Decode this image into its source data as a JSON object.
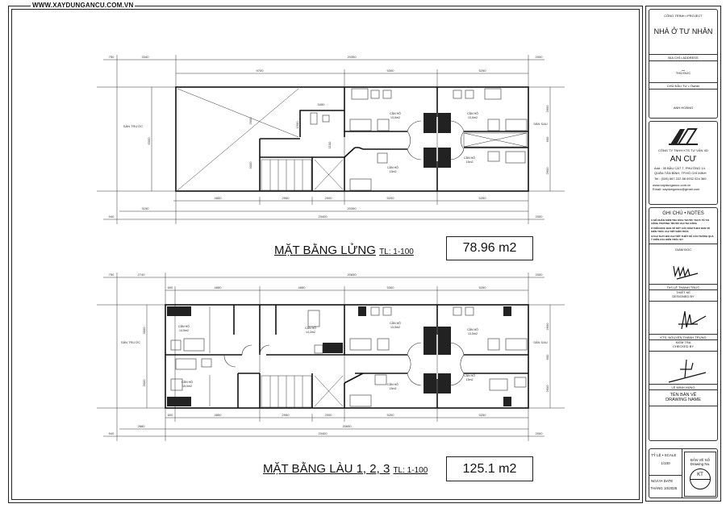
{
  "website": "WWW.XAYDUNGANCU.COM.VN",
  "plan_mezzanine": {
    "title": "MẶT BẰNG LỬNG",
    "scale": "TL: 1-100",
    "area": "78.96 m2",
    "dims_top": [
      "750",
      "3340",
      "20350",
      "2000"
    ],
    "dims_top2": [
      "9700",
      "5300",
      "5250"
    ],
    "dims_bottom": [
      "4850",
      "2950",
      "2000",
      "5200",
      "5250"
    ],
    "dims_bottom2": [
      "3150",
      "20350"
    ],
    "dims_bottom3": [
      "940",
      "23400",
      "2000"
    ],
    "dims_left": [
      "6000"
    ],
    "dims_right": [
      "2600",
      "600",
      "2600"
    ],
    "dims_inner": [
      "3450",
      "1500",
      "2600",
      "3000",
      "1100"
    ],
    "front_yard": "SÂN TRƯỚC",
    "back_yard": "SÂN SAU",
    "rooms": [
      {
        "label": "CĂN HỘ",
        "area": "13,0m2"
      },
      {
        "label": "CĂN HỘ",
        "area": "13,0m2"
      },
      {
        "label": "CĂN HỘ",
        "area": "13m2"
      },
      {
        "label": "CĂN HỘ",
        "area": "13m2"
      }
    ]
  },
  "plan_floors": {
    "title": "MẶT BẰNG LÀU 1, 2, 3",
    "scale": "TL: 1-100",
    "area": "125.1 m2",
    "dims_top": [
      "750",
      "2740",
      "20650",
      "2000"
    ],
    "dims_top2": [
      "600",
      "4850",
      "4850",
      "5300",
      "5250"
    ],
    "dims_bottom": [
      "600",
      "4850",
      "2950",
      "2000",
      "5200",
      "5250"
    ],
    "dims_bottom2": [
      "2880",
      "20650"
    ],
    "dims_bottom3": [
      "940",
      "23400",
      "2000"
    ],
    "dims_left": [
      "3000",
      "3000"
    ],
    "dims_right": [
      "2600",
      "600",
      "2600"
    ],
    "front_yard": "SÂN TRƯỚC",
    "back_yard": "SÂN SAU",
    "rooms": [
      {
        "label": "CĂN HỘ",
        "area": "14,5m2"
      },
      {
        "label": "CĂN HỘ",
        "area": "14,2m2"
      },
      {
        "label": "CĂN HỘ",
        "area": "13,0m2"
      },
      {
        "label": "CĂN HỘ",
        "area": "13,0m2"
      },
      {
        "label": "CĂN HỘ",
        "area": "15,0m2"
      },
      {
        "label": "CĂN HỘ",
        "area": "13m2"
      },
      {
        "label": "CĂN HỘ",
        "area": "13m2"
      }
    ]
  },
  "title_block": {
    "project_label": "CÔNG TRÌNH • PROJECT",
    "project": "NHÀ Ở TƯ NHÂN",
    "address_label": "ĐỊA CHỈ • ADDRESS",
    "address_dash": "_",
    "address": "THỦ ĐỨC",
    "owner_label": "CHỦ ĐẦU TƯ • Owner",
    "owner": "ANH HOÀNG",
    "company_type": "CÔNG TY TNHH KTS TƯ VẤN XD",
    "company": "AN CƯ",
    "company_address": "Add : 35 BẦU CÁT 7, PHƯỜNG 14 QUẬN TÂN BÌNH, TP.HỒ CHÍ MINH",
    "tel": "Tel : (028) 667 222 88  0932 024 369",
    "web": "www.xaydungancu.com.vn",
    "email": "Email: xaydungancu@gmail.com",
    "notes_title": "GHI CHÚ • NOTES",
    "notes": [
      "1/ BÊ NHẬN KIỂM TRA KÍCH THƯỚC THỰC TẾ TẠI CÔNG TRƯỜNG TRƯỚC KHI THI CÔNG",
      "2/ KIÊN ĐỌC BẢN VẼ KẾT CẤU KÈM THEO BẢN VẼ KIẾN TRÚC CHI TIẾT KIẾN TRÚC",
      "3/ KHI THAY ĐỔI CHI TIẾT THIẾT KẾ CẦN THÔNG QUA Ý KIẾN CỦA KIẾN TRÚC SƯ"
    ],
    "director_label": "GIÁM ĐỐC",
    "director": "ThS LÊ THANH TRỰC",
    "designed_label": "THIẾT KẾ",
    "designed_label_en": "DESIGNED BY",
    "designer": "KTS. NGUYỄN THÀNH TRUNG",
    "checked_label": "KIỂM TRA",
    "checked_label_en": "CHECKED BY",
    "checker": "LÊ MINH HÙNG",
    "drawing_name_label": "TÊN BẢN VẼ",
    "drawing_name_label_en": "DRAWING NAME",
    "scale_label": "TỶ LỆ • SCALE",
    "scale": "1/100",
    "date_label": "NGÀY• DATE",
    "date": "THÁNG 10/2025",
    "drawing_no_label": "BẢN VẼ SỐ",
    "drawing_no_label_en": "Drawing No.",
    "drawing_no": "KT"
  }
}
